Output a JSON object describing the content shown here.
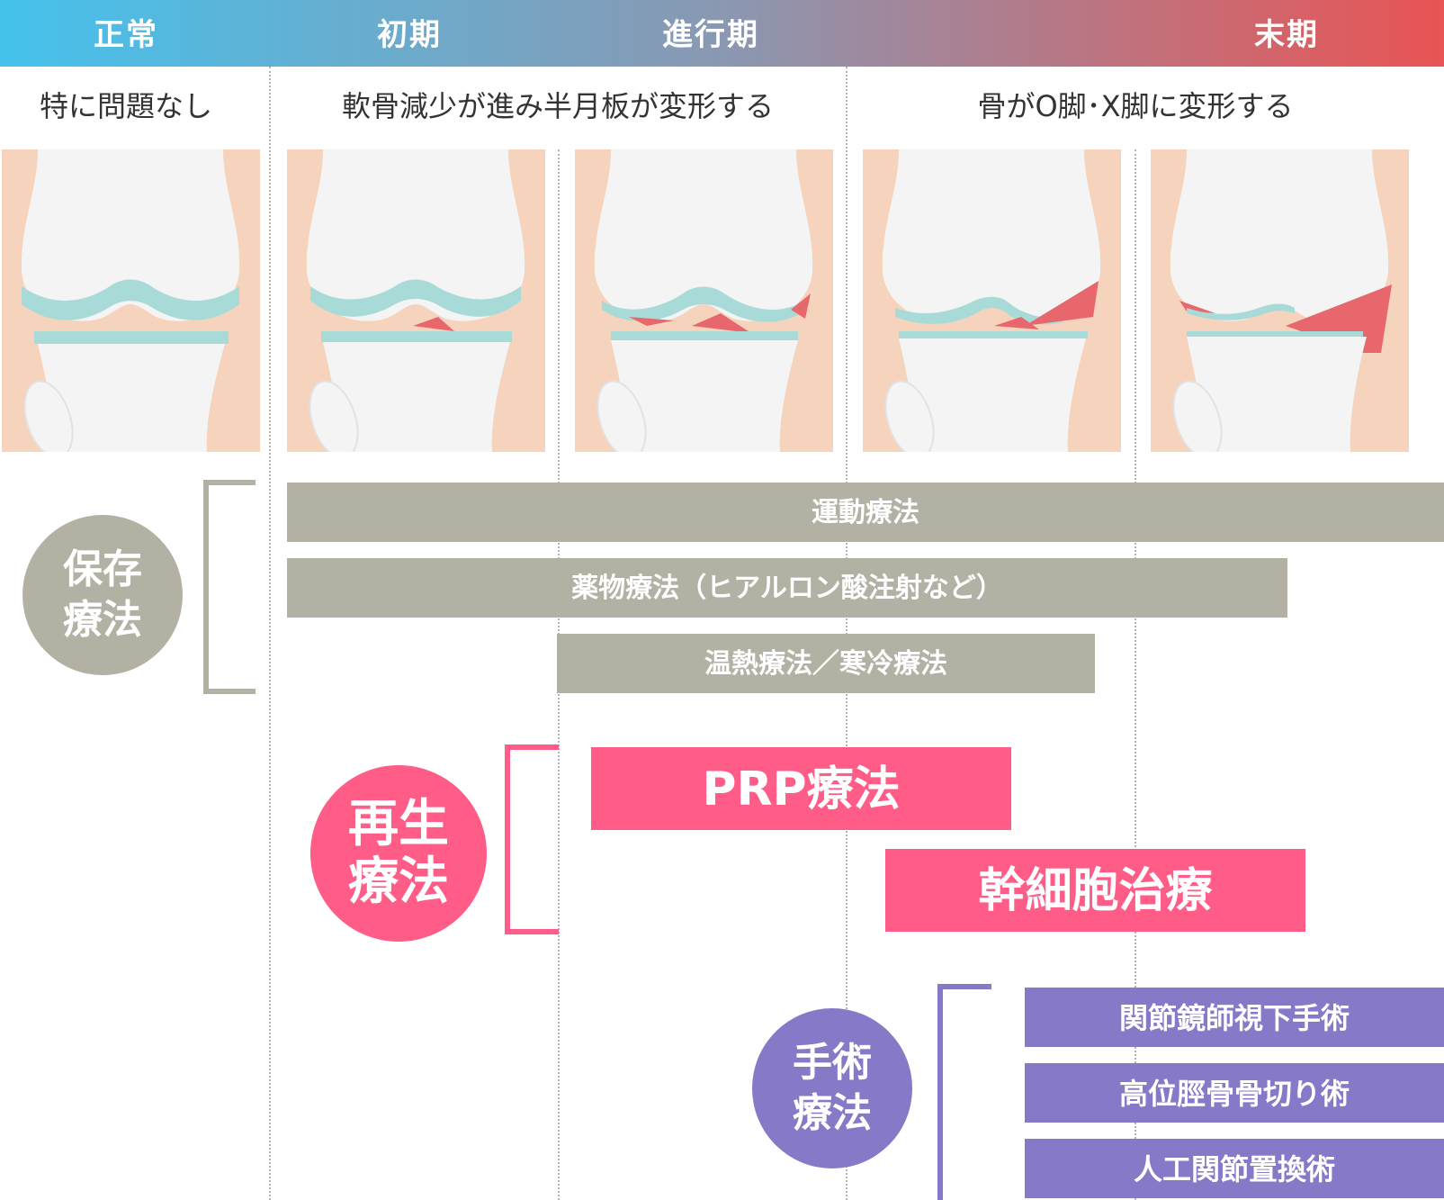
{
  "stages": [
    {
      "label": "正常"
    },
    {
      "label": "初期"
    },
    {
      "label": "進行期"
    },
    {
      "label": "末期"
    }
  ],
  "descriptions": [
    "特に問題なし",
    "軟骨減少が進み半月板が変形する",
    "骨がO脚･X脚に変形する"
  ],
  "conservative": {
    "circle_line1": "保存",
    "circle_line2": "療法",
    "treatments": [
      "運動療法",
      "薬物療法（ヒアルロン酸注射など）",
      "温熱療法／寒冷療法"
    ],
    "color": "#b3b0a4"
  },
  "regenerative": {
    "circle_line1": "再生",
    "circle_line2": "療法",
    "treatments": [
      "PRP療法",
      "幹細胞治療"
    ],
    "color": "#ff5c87"
  },
  "surgical": {
    "circle_line1": "手術",
    "circle_line2": "療法",
    "treatments": [
      "関節鏡師視下手術",
      "高位脛骨骨切り術",
      "人工関節置換術"
    ],
    "color": "#8679c8"
  },
  "colors": {
    "stage_gradient_start": "#45c2ec",
    "stage_gradient_end": "#e95454",
    "skin": "#f5d3bc",
    "bone": "#f4f4f4",
    "cartilage": "#a8dbd8",
    "damage": "#e8676d"
  }
}
